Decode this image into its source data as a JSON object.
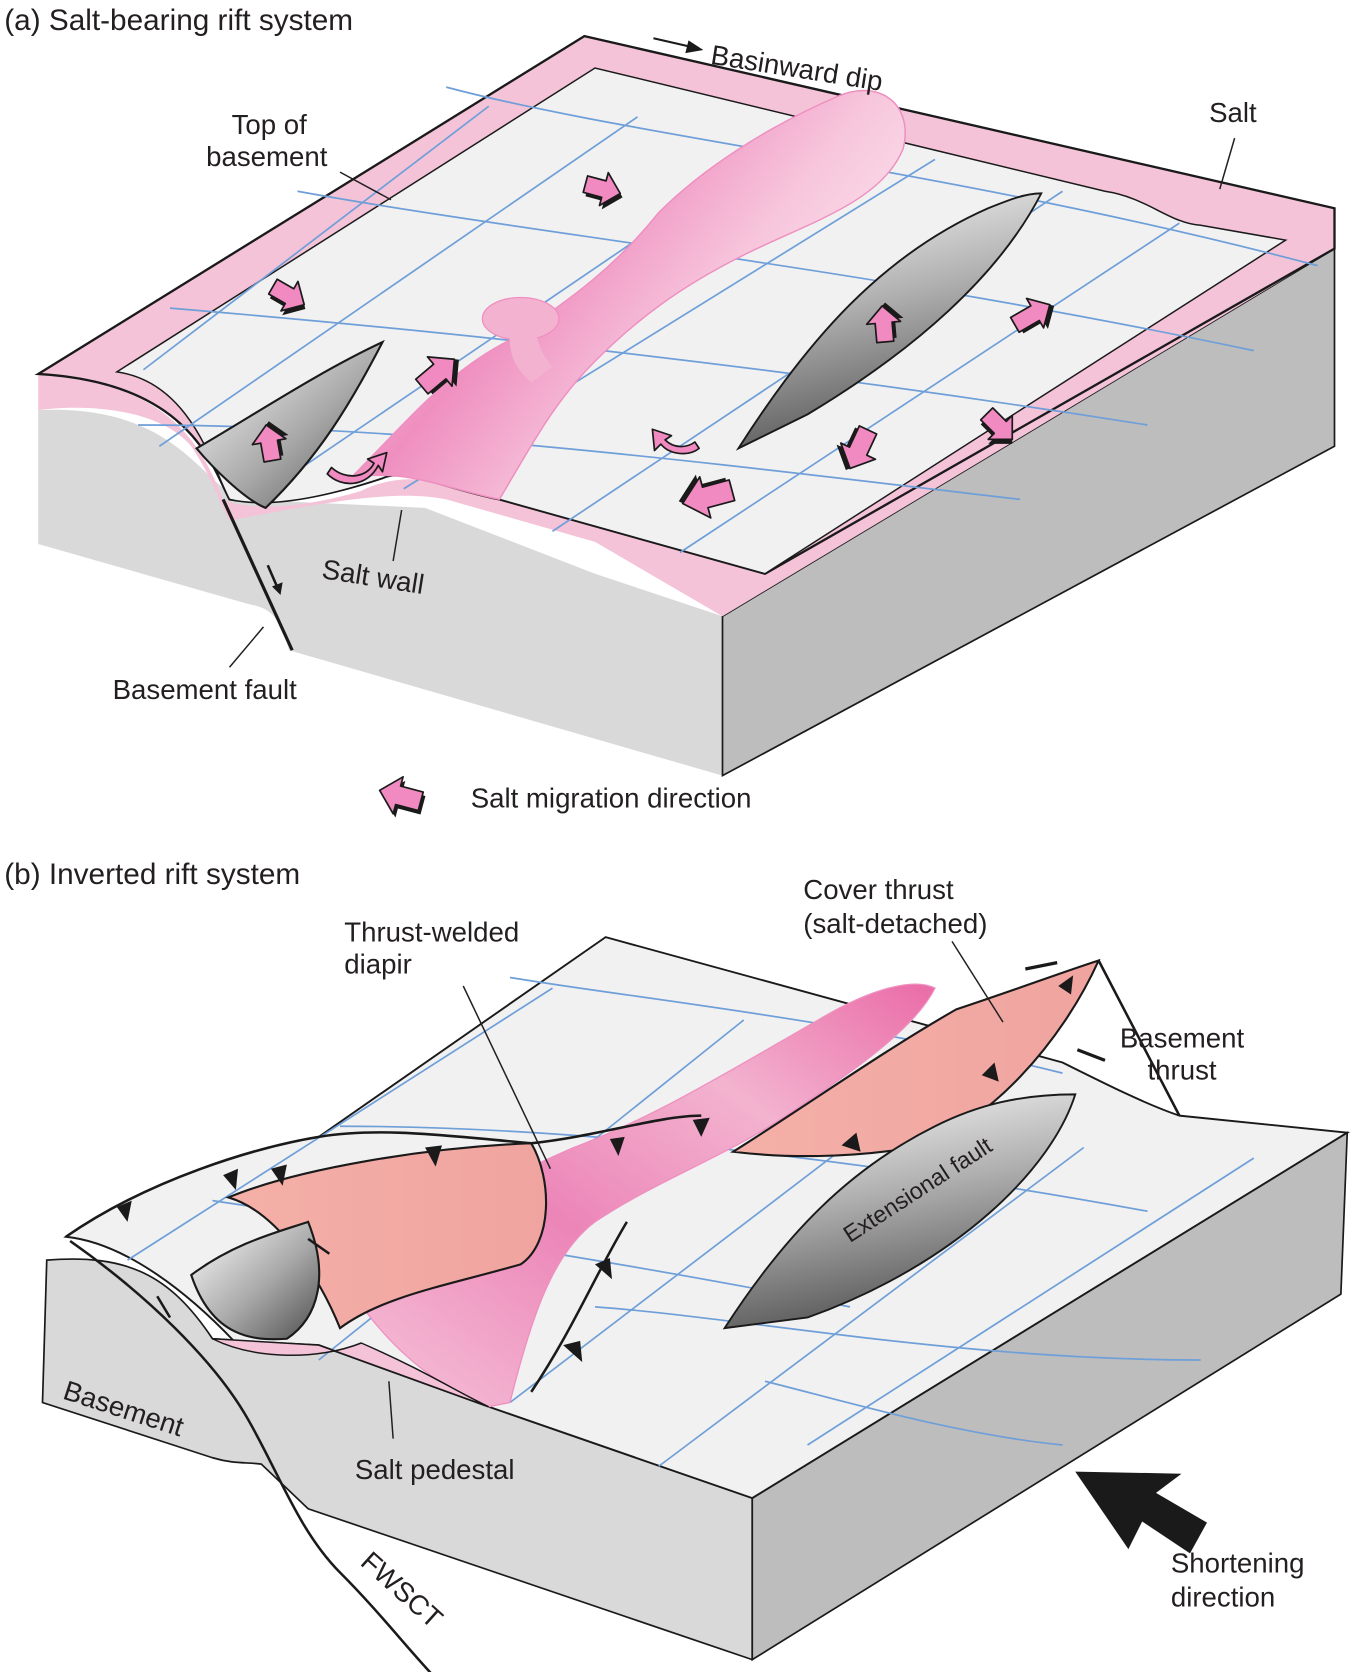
{
  "panel_a": {
    "title": "(a)  Salt-bearing rift system",
    "labels": {
      "top_of_basement_line1": "Top of",
      "top_of_basement_line2": "basement",
      "basinward_dip": "Basinward dip",
      "salt": "Salt",
      "salt_wall": "Salt wall",
      "basement_fault": "Basement fault"
    },
    "legend": {
      "icon": "salt-migration-arrow-icon",
      "label": "Salt migration direction"
    }
  },
  "panel_b": {
    "title": "(b)  Inverted rift system",
    "labels": {
      "thrust_welded_line1": "Thrust-welded",
      "thrust_welded_line2": "diapir",
      "cover_thrust_line1": "Cover thrust",
      "cover_thrust_line2": "(salt-detached)",
      "basement_thrust_line1": "Basement",
      "basement_thrust_line2": "thrust",
      "extensional_fault": "Extensional fault",
      "basement": "Basement",
      "salt_pedestal": "Salt pedestal",
      "fwsct": "FWSCT",
      "shortening_line1": "Shortening",
      "shortening_line2": "direction"
    }
  },
  "colors": {
    "salt_pink": "#f4c3d8",
    "salt_bright": "#ef8fc0",
    "thrust_salmon": "#f2aaa6",
    "basement_gray": "#d9d9d9",
    "basement_side": "#bdbdbd",
    "top_surface": "#f1f1f2",
    "grid_blue": "#6f9fd8",
    "arrow_pink": "#f08ac0"
  }
}
